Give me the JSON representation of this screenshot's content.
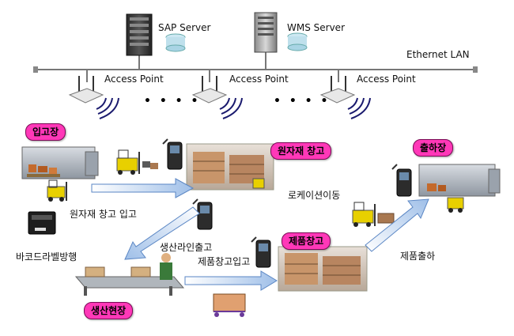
{
  "servers": {
    "sap": "SAP Server",
    "wms": "WMS Server"
  },
  "network": {
    "label": "Ethernet LAN",
    "access_point": "Access Point",
    "ellipsis": "• • • •"
  },
  "locations": {
    "receiving": "입고장",
    "raw_warehouse": "원자재 창고",
    "shipping": "출하장",
    "product_warehouse": "제품창고",
    "production_site": "생산현장"
  },
  "flows": {
    "raw_inbound": "원자재 창고 입고",
    "location_move": "로케이션이동",
    "line_outbound": "생산라인출고",
    "barcode_issue": "바코드라벨방행",
    "product_inbound": "제품창고입고",
    "product_shipping": "제품출하"
  },
  "colors": {
    "location_badge": "#ff38b8",
    "arrow_fill": "#c8dcf5",
    "wireless_signal": "#1a1a6e"
  }
}
